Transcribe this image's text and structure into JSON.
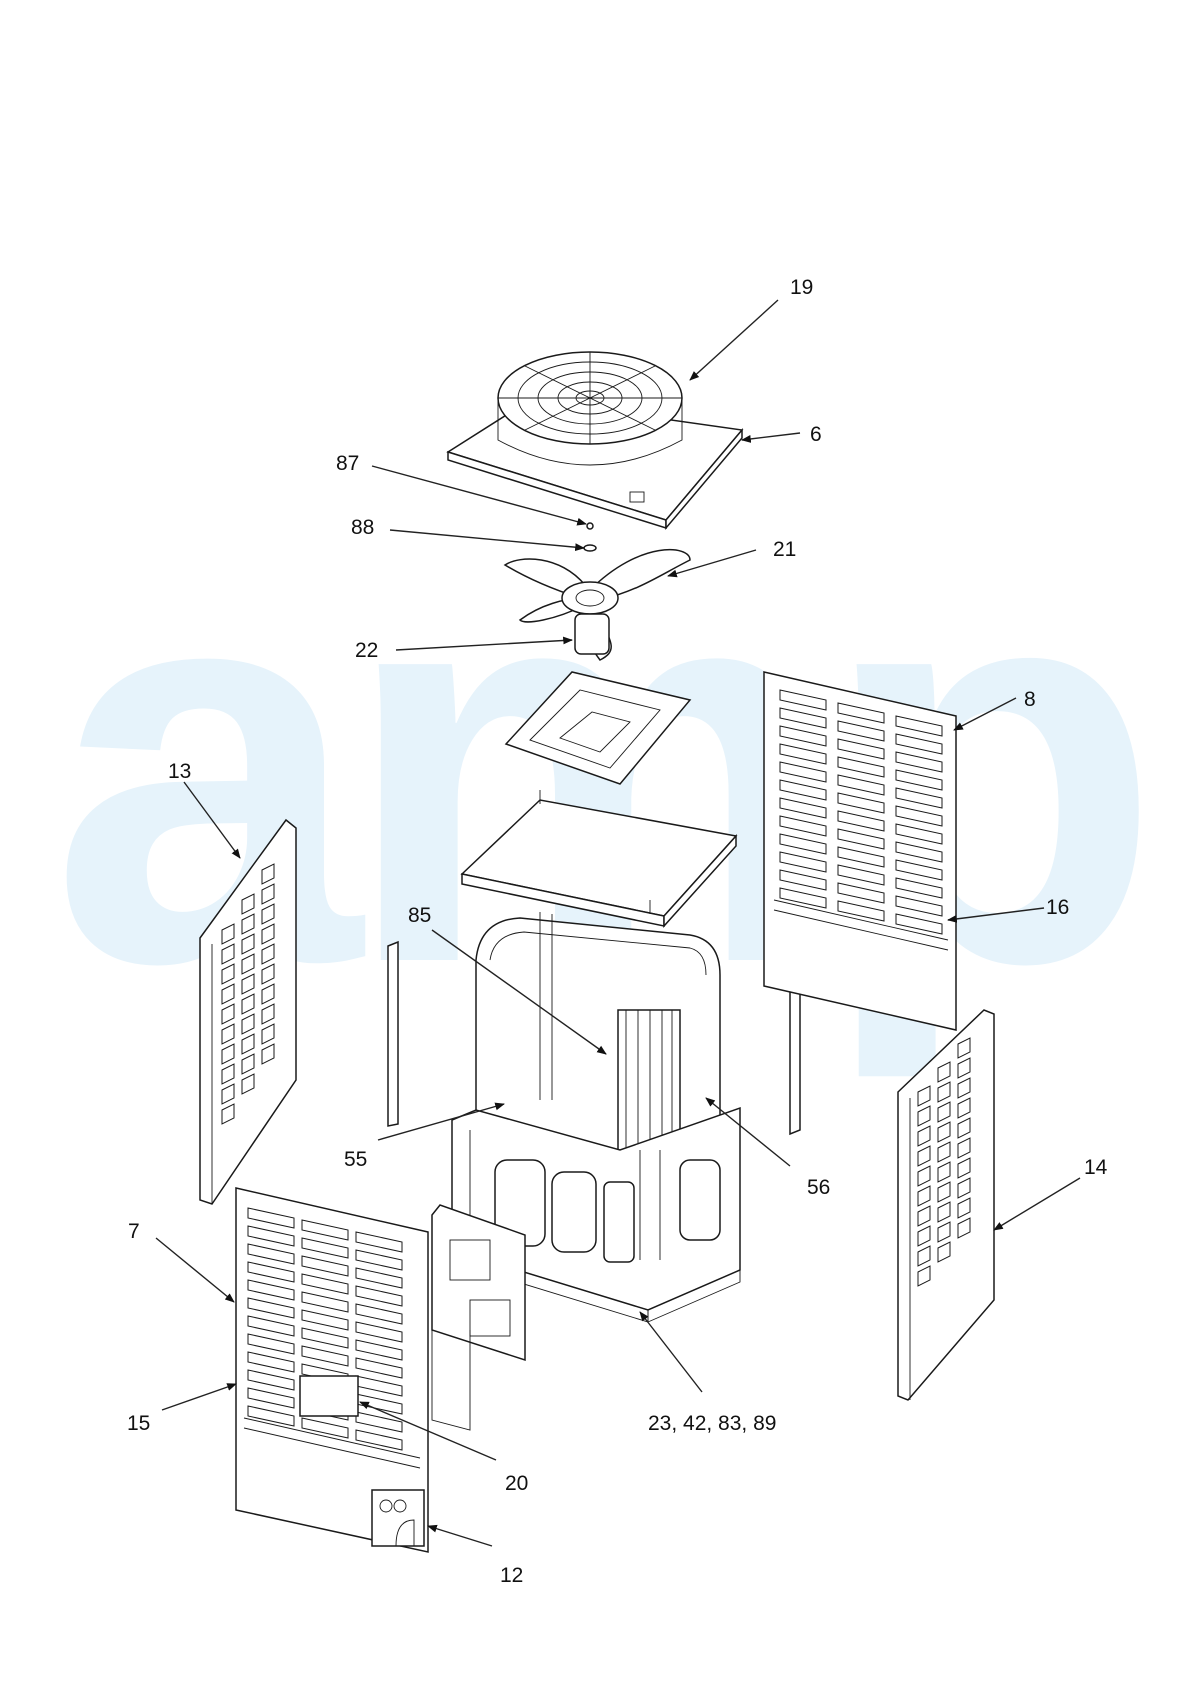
{
  "diagram": {
    "watermark": {
      "text": "amp",
      "color": "#e6f3fb"
    },
    "callouts": [
      "19",
      "6",
      "87",
      "88",
      "21",
      "22",
      "8",
      "13",
      "85",
      "16",
      "55",
      "56",
      "14",
      "7",
      "15",
      "20",
      "23, 42, 83, 89",
      "12"
    ]
  }
}
